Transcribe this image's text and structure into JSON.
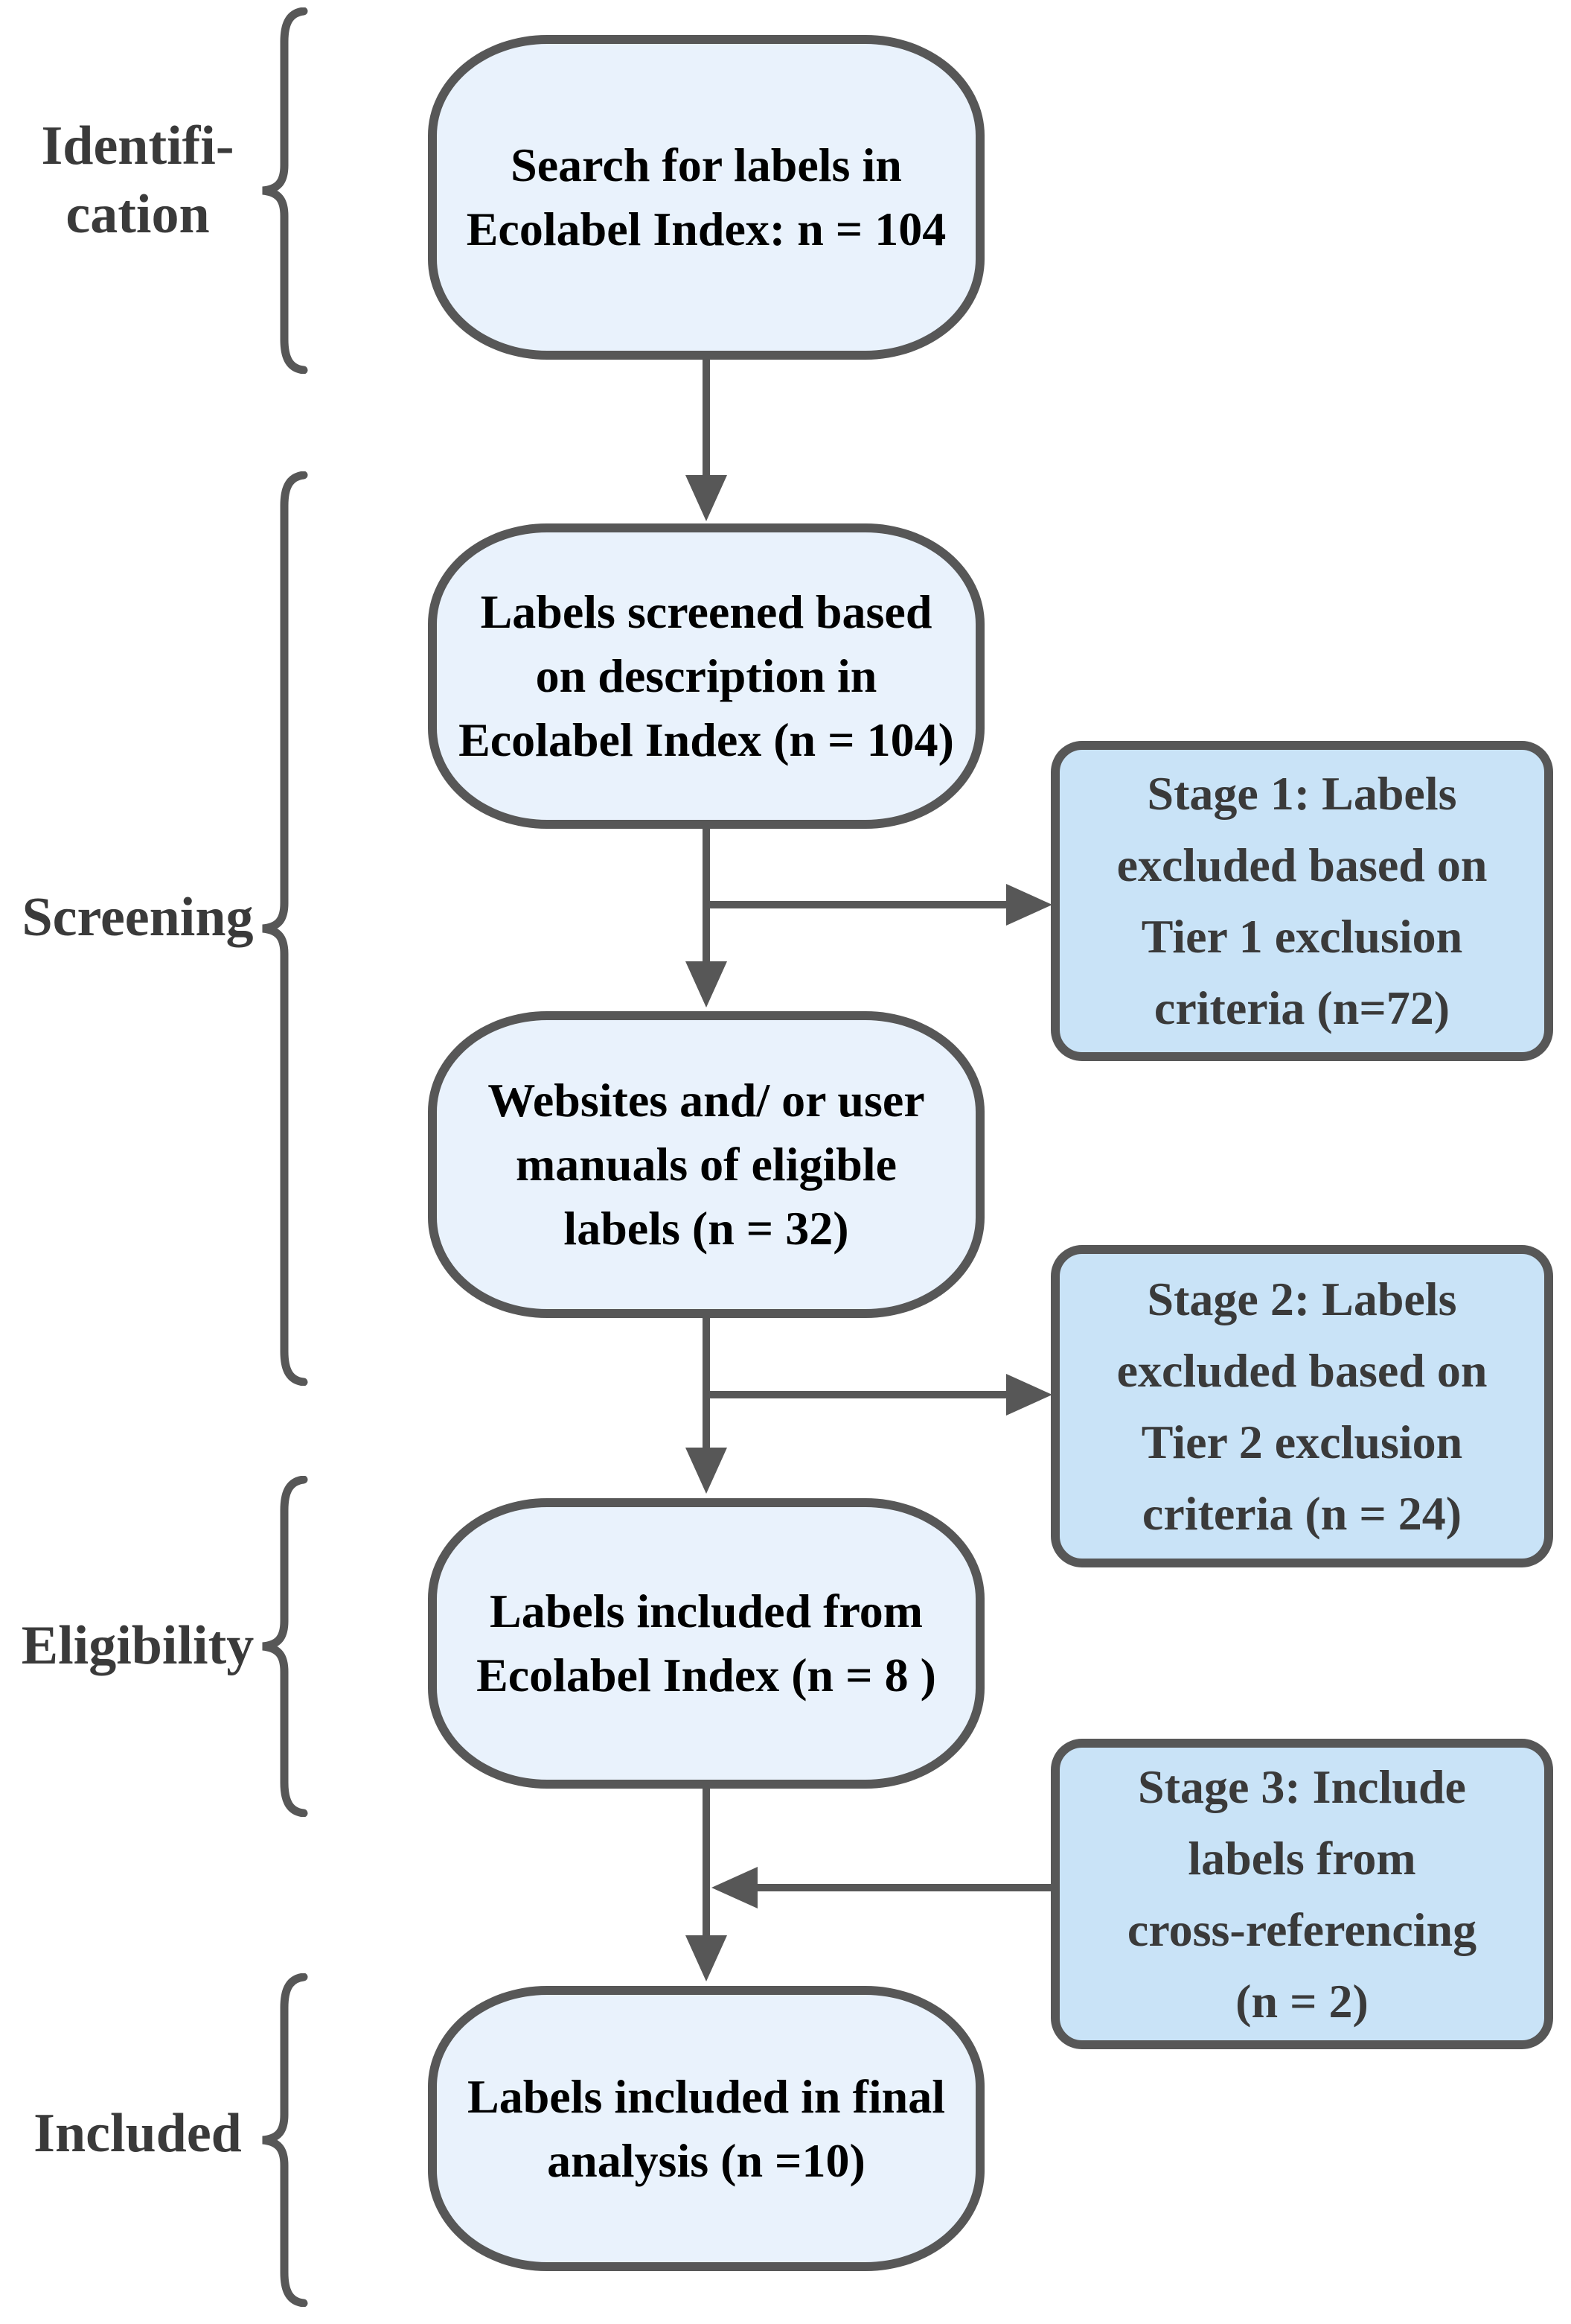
{
  "diagram": {
    "type": "flowchart-prisma-style",
    "sections": [
      {
        "id": "identification",
        "label_lines": [
          "Identifi-",
          "cation"
        ]
      },
      {
        "id": "screening",
        "label_lines": [
          "Screening"
        ]
      },
      {
        "id": "eligibility",
        "label_lines": [
          "Eligibility"
        ]
      },
      {
        "id": "included",
        "label_lines": [
          "Included"
        ]
      }
    ],
    "nodes": [
      {
        "id": "search",
        "lines": [
          "Search for labels in",
          "Ecolabel Index: n = 104"
        ]
      },
      {
        "id": "screened",
        "lines": [
          "Labels screened based",
          "on description in",
          "Ecolabel Index (n = 104)"
        ]
      },
      {
        "id": "websites",
        "lines": [
          "Websites and/ or user",
          "manuals of eligible",
          "labels (n = 32)"
        ]
      },
      {
        "id": "eligible",
        "lines": [
          "Labels included from",
          "Ecolabel Index (n = 8 )"
        ]
      },
      {
        "id": "final",
        "lines": [
          "Labels included in final",
          "analysis (n =10)"
        ]
      }
    ],
    "stages": [
      {
        "id": "stage1",
        "lines": [
          "Stage 1: Labels",
          "excluded based on",
          "Tier 1 exclusion",
          "criteria (n=72)"
        ]
      },
      {
        "id": "stage2",
        "lines": [
          "Stage 2: Labels",
          "excluded based on",
          "Tier 2 exclusion",
          "criteria (n = 24)"
        ]
      },
      {
        "id": "stage3",
        "lines": [
          "Stage 3: Include",
          "labels from",
          "cross-referencing",
          "(n = 2)"
        ]
      }
    ],
    "edges": [
      {
        "from": "search",
        "to": "screened",
        "direction": "down"
      },
      {
        "from": "screened",
        "to": "websites",
        "direction": "down"
      },
      {
        "from": "screened-websites-connector",
        "to": "stage1",
        "direction": "right"
      },
      {
        "from": "websites",
        "to": "eligible",
        "direction": "down"
      },
      {
        "from": "websites-eligible-connector",
        "to": "stage2",
        "direction": "right"
      },
      {
        "from": "eligible",
        "to": "final",
        "direction": "down"
      },
      {
        "from": "stage3",
        "to": "eligible-final-connector",
        "direction": "left"
      }
    ]
  },
  "colors": {
    "stroke": "#575757",
    "node_fill": "#e9f2fc",
    "stage_fill": "#c9e3f7",
    "node_text": "#000000",
    "stage_text": "#3a3a3a",
    "label_text": "#3a3a3a",
    "bg": "#ffffff"
  }
}
